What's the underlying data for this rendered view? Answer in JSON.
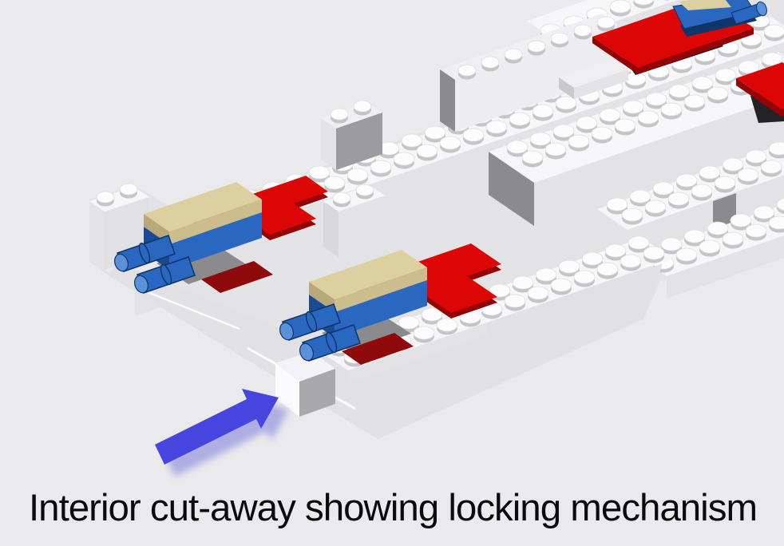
{
  "caption": {
    "text": "Interior cut-away showing locking mechanism"
  },
  "annotation_arrow": {
    "direction": "up-right",
    "points_to": "interior cut-away opening"
  },
  "parts": [
    {
      "name": "white-chassis-bricks",
      "color": "#f6f6f8"
    },
    {
      "name": "red-locking-plates",
      "color": "#dd0606"
    },
    {
      "name": "blue-technic-pins",
      "color": "#2a67c0"
    },
    {
      "name": "tan-tiles",
      "color": "#dcd0a0"
    }
  ],
  "colors": {
    "bg": "#eaeaec",
    "ink": "#0b0b0d",
    "brickTop": "#f6f6f8",
    "brickTop2": "#efeff1",
    "brickFront": "#e3e3e5",
    "brickSide": "#c9c9cc",
    "cutFace": "#8b8b8e",
    "cavity": "#a9a9ac",
    "sill": "#e9e9eb",
    "faceLight": "#e1e1e3",
    "seam": "#fbfbfd",
    "studTop": "#fcfcfe",
    "studSide": "#c5c5c8",
    "studEdge": "#dddddf",
    "red": "#dd0606",
    "redDark": "#930505",
    "redDeep": "#8f0b0b",
    "black": "#232326",
    "blue": "#2a67c0",
    "blueDark": "#1a4a92",
    "blueDeep": "#0f3668",
    "blueLight": "#5b91d8",
    "tanTop": "#dcd0a0",
    "tanSide": "#b9a87a",
    "tanFront": "#ccbd8c",
    "arrow": "#4646df",
    "arrowShadow": "#9a9ae0"
  }
}
